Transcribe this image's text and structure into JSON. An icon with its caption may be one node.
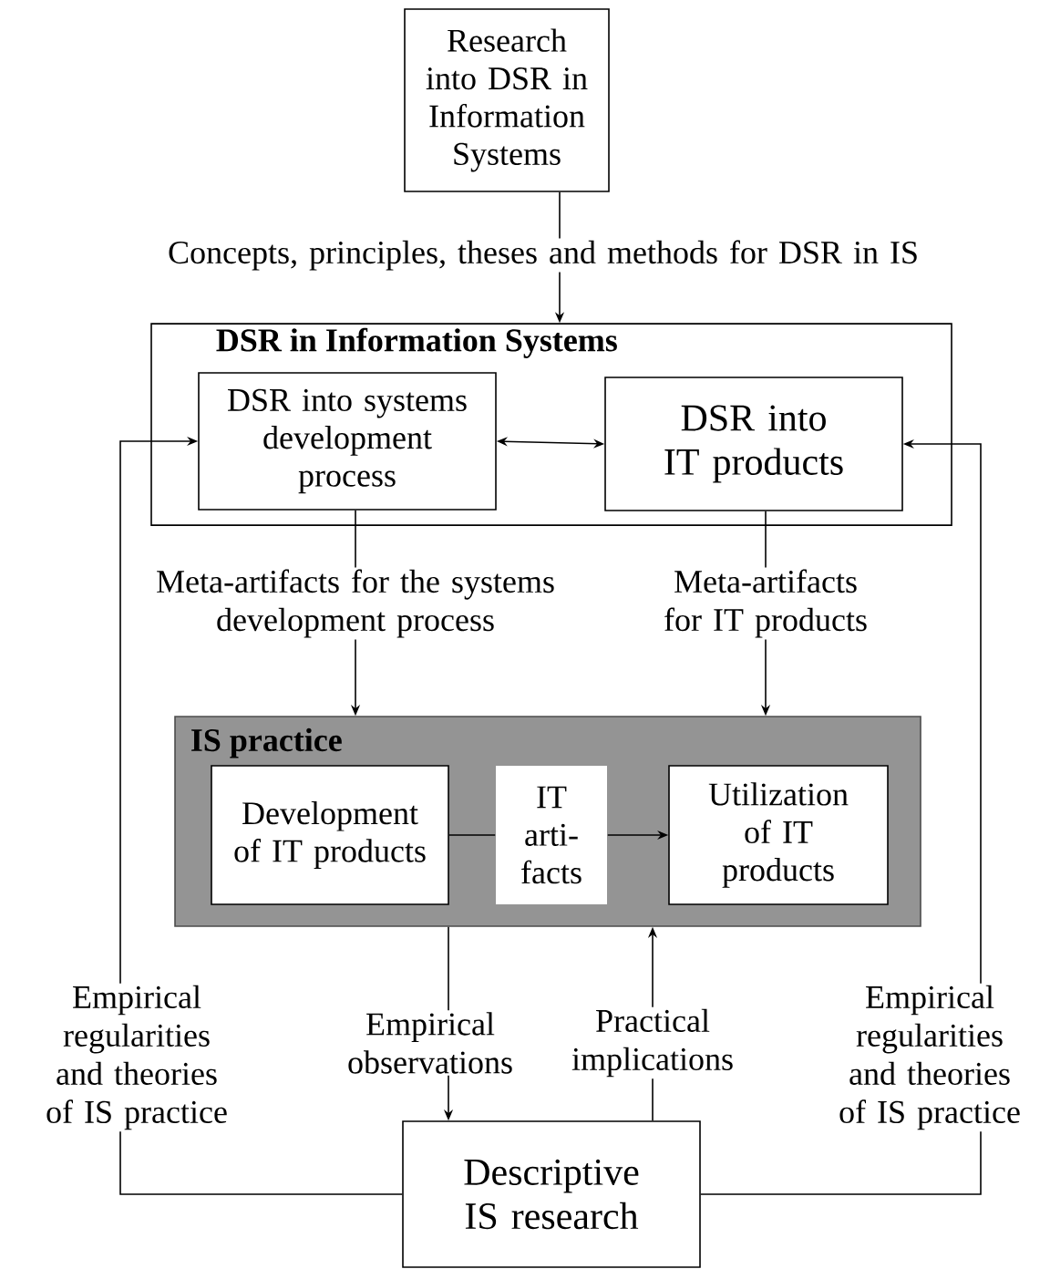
{
  "diagram": {
    "nodes": [
      {
        "text": [
          "Research into DSR in Information Systems"
        ]
      },
      {
        "text": [
          "DSR in Information Systems"
        ]
      },
      {
        "text": [
          "DSR into systems development process"
        ],
        "in": 1
      },
      {
        "text": [
          "DSR into IT products"
        ],
        "in": 1
      },
      {
        "text": [
          "IS practice"
        ]
      },
      {
        "text": [
          "Development of IT products"
        ],
        "in": 4
      },
      {
        "text": [
          "IT arti- facts"
        ],
        "in": 4
      },
      {
        "text": [
          "Utilization of IT products"
        ],
        "in": 4
      },
      {
        "text": [
          "Descriptive IS research"
        ]
      }
    ],
    "edges": [
      {
        "from": 0,
        "to": 1,
        "arrow": "to",
        "label": "Concepts, principles, theses and methods for DSR in IS"
      },
      {
        "from": 2,
        "to": 3,
        "arrow": "both"
      },
      {
        "from": 2,
        "to": 4,
        "arrow": "to",
        "label": "Meta-artifacts for the systems development process"
      },
      {
        "from": 3,
        "to": 4,
        "arrow": "to",
        "label": "Meta-artifacts for IT products"
      },
      {
        "from": 5,
        "to": 6,
        "arrow": "none"
      },
      {
        "from": 6,
        "to": 7,
        "arrow": "to"
      },
      {
        "from": 4,
        "to": 8,
        "arrow": "to",
        "label": "Empirical observations"
      },
      {
        "from": 8,
        "to": 4,
        "arrow": "to",
        "label": "Practical implications"
      },
      {
        "from": 8,
        "to": 2,
        "arrow": "to",
        "label": "Empirical regularities and theories of IS practice"
      },
      {
        "from": 8,
        "to": 3,
        "arrow": "to",
        "label": "Empirical regularities and theories of IS practice"
      }
    ]
  }
}
